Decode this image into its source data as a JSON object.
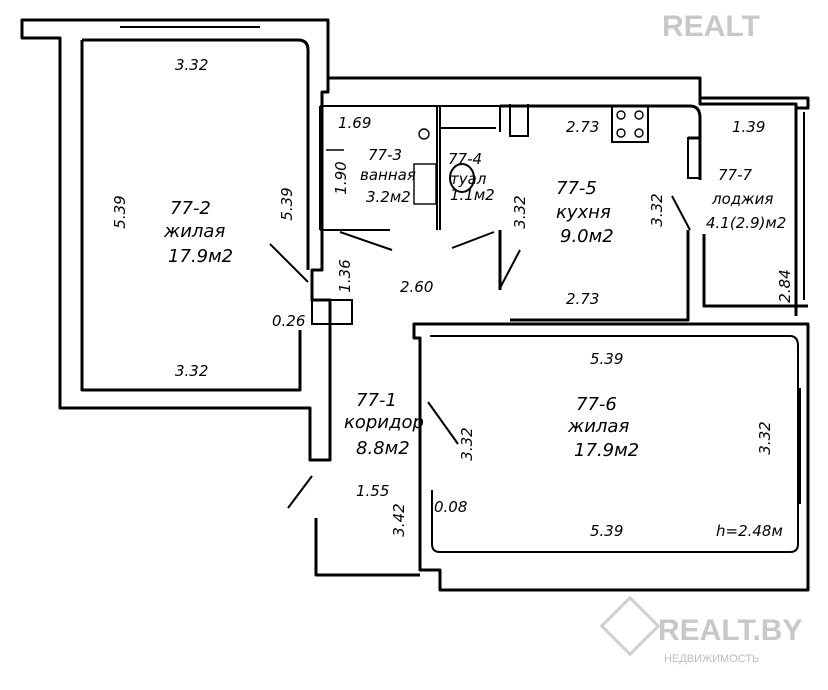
{
  "watermarks": {
    "top": "REALT",
    "bottom_brand": "REALT.BY",
    "bottom_sub": "НЕДВИЖИМОСТЬ"
  },
  "rooms": {
    "room2": {
      "id": "77-2",
      "type": "жилая",
      "area": "17.9м2"
    },
    "room3": {
      "id": "77-3",
      "type": "ванная",
      "area": "3.2м2"
    },
    "room4": {
      "id": "77-4",
      "type": "туал",
      "area": "1.1м2"
    },
    "room5": {
      "id": "77-5",
      "type": "кухня",
      "area": "9.0м2"
    },
    "room7": {
      "id": "77-7",
      "type": "лоджия",
      "area": "4.1(2.9)м2"
    },
    "room1": {
      "id": "77-1",
      "type": "коридор",
      "area": "8.8м2"
    },
    "room6": {
      "id": "77-6",
      "type": "жилая",
      "area": "17.9м2"
    }
  },
  "height": "h=2.48м",
  "dims": {
    "d_332_r2_top": "3.32",
    "d_539_r2_left": "5.39",
    "d_539_r2_right": "5.39",
    "d_332_r2_bottom": "3.32",
    "d_026": "0.26",
    "d_169": "1.69",
    "d_190": "1.90",
    "d_273_top": "2.73",
    "d_273_bottom": "2.73",
    "d_332_kitchen_left": "3.32",
    "d_332_kitchen_right": "3.32",
    "d_139": "1.39",
    "d_284": "2.84",
    "d_136": "1.36",
    "d_260": "2.60",
    "d_539_r6_top": "5.39",
    "d_332_r6_right": "3.32",
    "d_332_corridor": "3.32",
    "d_155": "1.55",
    "d_342": "3.42",
    "d_008": "0.08",
    "d_539_r6_bottom": "5.39"
  }
}
